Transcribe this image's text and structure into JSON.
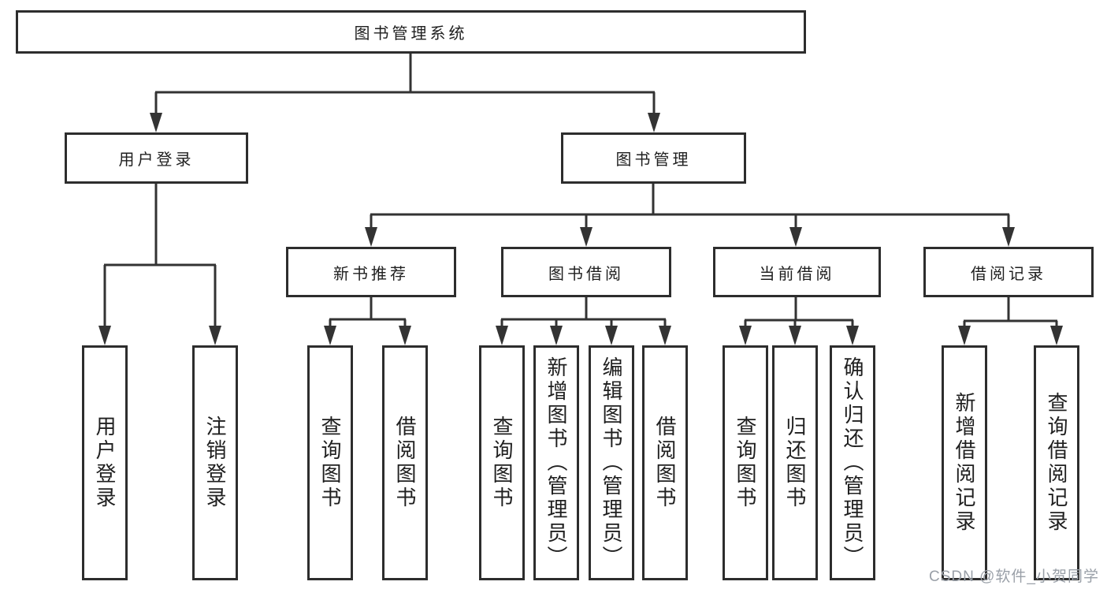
{
  "tree": {
    "root": {
      "label": "图书管理系统"
    },
    "level2": [
      {
        "label": "用户登录",
        "parent": "图书管理系统"
      },
      {
        "label": "图书管理",
        "parent": "图书管理系统"
      }
    ],
    "level3": [
      {
        "label": "新书推荐",
        "parent": "图书管理"
      },
      {
        "label": "图书借阅",
        "parent": "图书管理"
      },
      {
        "label": "当前借阅",
        "parent": "图书管理"
      },
      {
        "label": "借阅记录",
        "parent": "图书管理"
      }
    ],
    "level4": [
      {
        "label": "用户登录",
        "parent": "用户登录"
      },
      {
        "label": "注销登录",
        "parent": "用户登录"
      },
      {
        "label": "查询图书",
        "parent": "新书推荐"
      },
      {
        "label": "借阅图书",
        "parent": "新书推荐"
      },
      {
        "label": "查询图书",
        "parent": "图书借阅"
      },
      {
        "label": "新增图书（管理员）",
        "parent": "图书借阅"
      },
      {
        "label": "编辑图书（管理员）",
        "parent": "图书借阅"
      },
      {
        "label": "借阅图书",
        "parent": "图书借阅"
      },
      {
        "label": "查询图书",
        "parent": "当前借阅"
      },
      {
        "label": "归还图书",
        "parent": "当前借阅"
      },
      {
        "label": "确认归还（管理员）",
        "parent": "当前借阅"
      },
      {
        "label": "新增借阅记录",
        "parent": "借阅记录"
      },
      {
        "label": "查询借阅记录",
        "parent": "借阅记录"
      }
    ]
  },
  "watermark": {
    "text": "CSDN @软件_小贺同学"
  },
  "colors": {
    "line": "#333333",
    "box_border": "#2d2d2d",
    "text": "#1f1f1f",
    "watermark": "#9aa0a8",
    "background": "#ffffff"
  }
}
